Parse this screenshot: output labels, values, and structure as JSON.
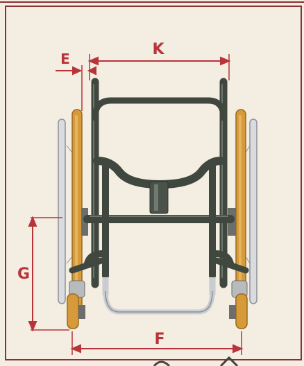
{
  "diagram": {
    "subject": "wheelchair-front-view",
    "labels": {
      "e": "E",
      "k": "K",
      "g": "G",
      "f": "F"
    }
  },
  "colors": {
    "border": "#8b2f35",
    "dimension": "#b8343a",
    "frame": "#3f473f",
    "handrim": "#c9ccd0",
    "tire": "#d69a3b",
    "tire_dark": "#9a6a1f",
    "background": "#f3ede2"
  }
}
